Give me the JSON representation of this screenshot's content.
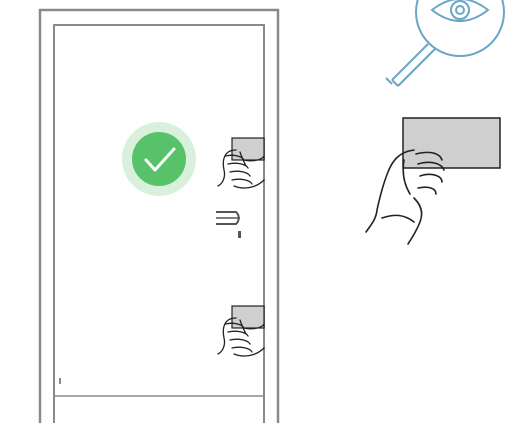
{
  "colors": {
    "door_frame": "#8a8a8a",
    "check_outer": "#d9f0dc",
    "check_inner": "#57c26a",
    "check_mark": "#ffffff",
    "magnifier": "#6aa6c7",
    "card_fill": "#cfcfcf",
    "hand_line": "#222222",
    "handle": "#555555"
  },
  "icons": {
    "status": "checkmark-icon",
    "inspect": "magnifier-eye-icon",
    "card_top": "card-in-door-slot-top",
    "card_bottom": "card-in-door-slot-bottom",
    "handle": "door-handle-icon",
    "card_hand": "hand-holding-card"
  }
}
